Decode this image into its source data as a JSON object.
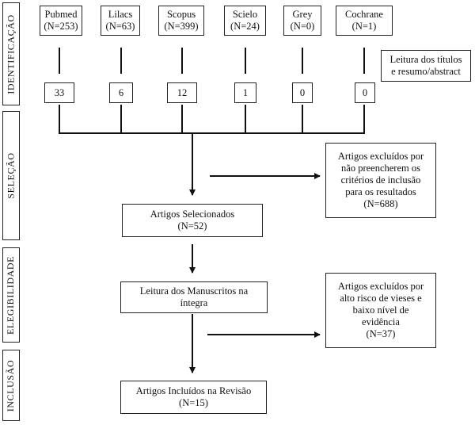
{
  "stages": [
    "IDENTIFICAÇÃO",
    "SELEÇÃO",
    "ELEGIBILIDADE",
    "INCLUSÃO"
  ],
  "sources": [
    {
      "name": "Pubmed",
      "total": "(N=253)",
      "selected": "33"
    },
    {
      "name": "Lilacs",
      "total": "(N=63)",
      "selected": "6"
    },
    {
      "name": "Scopus",
      "total": "(N=399)",
      "selected": "12"
    },
    {
      "name": "Scielo",
      "total": "(N=24)",
      "selected": "1"
    },
    {
      "name": "Grey",
      "total": "(N=0)",
      "selected": "0"
    },
    {
      "name": "Cochrane",
      "total": "(N=1)",
      "selected": "0"
    }
  ],
  "screening_note": {
    "line1": "Leitura dos títulos",
    "line2": "e resumo/abstract"
  },
  "excluded_selection": {
    "line1": "Artigos excluídos por",
    "line2": "não preencherem os",
    "line3": "critérios de inclusão",
    "line4": "para os resultados",
    "line5": "(N=688)"
  },
  "selected_box": {
    "line1": "Artigos Selecionados",
    "line2": "(N=52)"
  },
  "fulltext_box": {
    "line1": "Leitura dos Manuscritos na",
    "line2": "íntegra"
  },
  "excluded_eligibility": {
    "line1": "Artigos excluídos por",
    "line2": "alto risco de vieses e",
    "line3": "baixo nível de",
    "line4": "evidência",
    "line5": "(N=37)"
  },
  "included_box": {
    "line1": "Artigos Incluídos na Revisão",
    "line2": "(N=15)"
  }
}
